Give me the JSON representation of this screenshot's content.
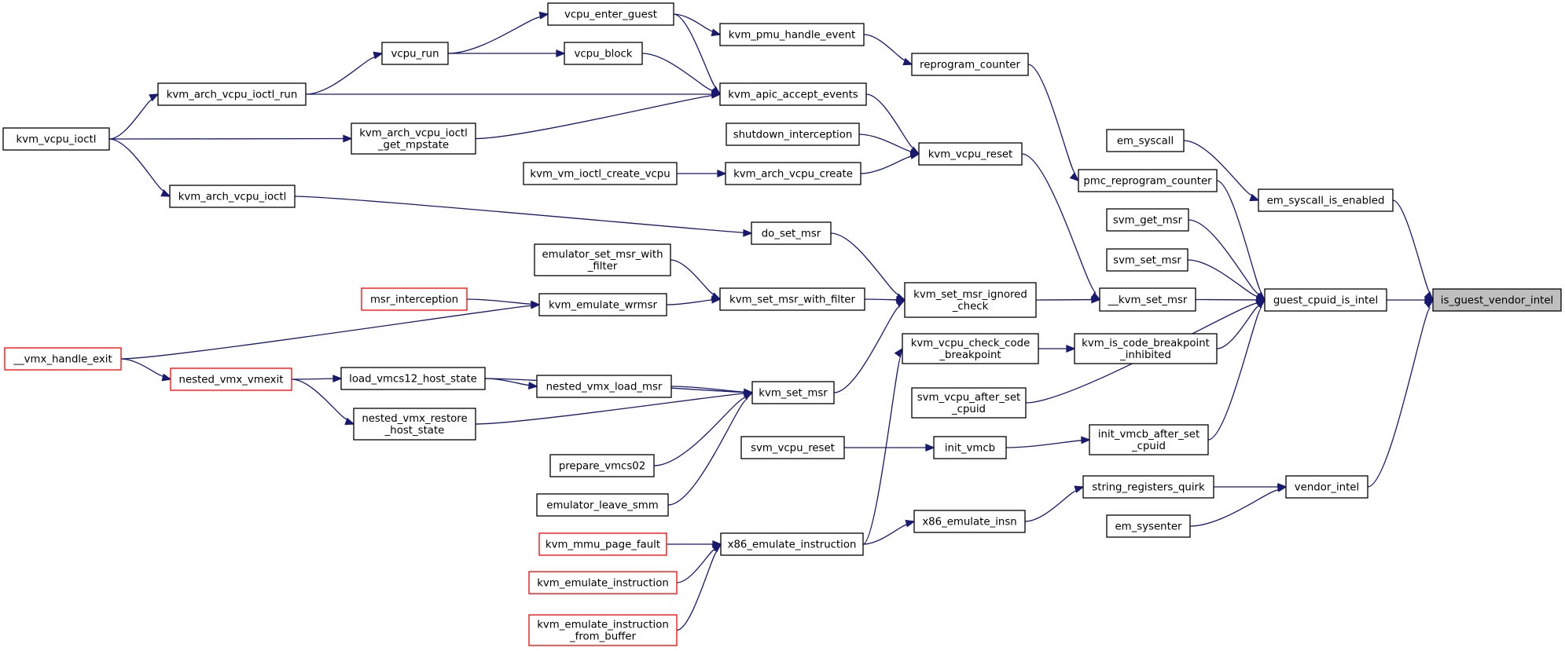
{
  "graph": {
    "nodes": [
      {
        "id": "is_guest_vendor_intel",
        "lines": [
          "is_guest_vendor_intel"
        ],
        "root": true
      },
      {
        "id": "guest_cpuid_is_intel",
        "lines": [
          "guest_cpuid_is_intel"
        ]
      },
      {
        "id": "vendor_intel",
        "lines": [
          "vendor_intel"
        ]
      },
      {
        "id": "em_syscall_is_enabled",
        "lines": [
          "em_syscall_is_enabled"
        ]
      },
      {
        "id": "em_syscall",
        "lines": [
          "em_syscall"
        ]
      },
      {
        "id": "pmc_reprogram_counter",
        "lines": [
          "pmc_reprogram_counter"
        ]
      },
      {
        "id": "svm_get_msr",
        "lines": [
          "svm_get_msr"
        ]
      },
      {
        "id": "svm_set_msr",
        "lines": [
          "svm_set_msr"
        ]
      },
      {
        "id": "__kvm_set_msr",
        "lines": [
          "__kvm_set_msr"
        ]
      },
      {
        "id": "kvm_is_code_breakpoint_inhibited",
        "lines": [
          "kvm_is_code_breakpoint",
          "_inhibited"
        ]
      },
      {
        "id": "svm_vcpu_after_set_cpuid",
        "lines": [
          "svm_vcpu_after_set",
          "_cpuid"
        ]
      },
      {
        "id": "init_vmcb_after_set_cpuid",
        "lines": [
          "init_vmcb_after_set",
          "_cpuid"
        ]
      },
      {
        "id": "string_registers_quirk",
        "lines": [
          "string_registers_quirk"
        ]
      },
      {
        "id": "em_sysenter",
        "lines": [
          "em_sysenter"
        ]
      },
      {
        "id": "reprogram_counter",
        "lines": [
          "reprogram_counter"
        ]
      },
      {
        "id": "kvm_pmu_handle_event",
        "lines": [
          "kvm_pmu_handle_event"
        ]
      },
      {
        "id": "vcpu_enter_guest",
        "lines": [
          "vcpu_enter_guest"
        ]
      },
      {
        "id": "vcpu_run",
        "lines": [
          "vcpu_run"
        ]
      },
      {
        "id": "kvm_arch_vcpu_ioctl_run",
        "lines": [
          "kvm_arch_vcpu_ioctl_run"
        ]
      },
      {
        "id": "kvm_vcpu_ioctl",
        "lines": [
          "kvm_vcpu_ioctl"
        ]
      },
      {
        "id": "kvm_set_msr_ignored_check",
        "lines": [
          "kvm_set_msr_ignored",
          "_check"
        ]
      },
      {
        "id": "kvm_vcpu_reset",
        "lines": [
          "kvm_vcpu_reset"
        ]
      },
      {
        "id": "kvm_apic_accept_events",
        "lines": [
          "kvm_apic_accept_events"
        ]
      },
      {
        "id": "vcpu_block",
        "lines": [
          "vcpu_block"
        ]
      },
      {
        "id": "kvm_arch_vcpu_ioctl_get_mpstate",
        "lines": [
          "kvm_arch_vcpu_ioctl",
          "_get_mpstate"
        ]
      },
      {
        "id": "shutdown_interception",
        "lines": [
          "shutdown_interception"
        ]
      },
      {
        "id": "kvm_arch_vcpu_create",
        "lines": [
          "kvm_arch_vcpu_create"
        ]
      },
      {
        "id": "kvm_vm_ioctl_create_vcpu",
        "lines": [
          "kvm_vm_ioctl_create_vcpu"
        ]
      },
      {
        "id": "do_set_msr",
        "lines": [
          "do_set_msr"
        ]
      },
      {
        "id": "kvm_arch_vcpu_ioctl",
        "lines": [
          "kvm_arch_vcpu_ioctl"
        ]
      },
      {
        "id": "kvm_set_msr_with_filter",
        "lines": [
          "kvm_set_msr_with_filter"
        ]
      },
      {
        "id": "emulator_set_msr_with_filter",
        "lines": [
          "emulator_set_msr_with",
          "_filter"
        ]
      },
      {
        "id": "kvm_emulate_wrmsr",
        "lines": [
          "kvm_emulate_wrmsr"
        ]
      },
      {
        "id": "msr_interception",
        "lines": [
          "msr_interception"
        ],
        "red": true
      },
      {
        "id": "__vmx_handle_exit",
        "lines": [
          "__vmx_handle_exit"
        ],
        "red": true
      },
      {
        "id": "kvm_set_msr",
        "lines": [
          "kvm_set_msr"
        ]
      },
      {
        "id": "load_vmcs12_host_state",
        "lines": [
          "load_vmcs12_host_state"
        ]
      },
      {
        "id": "nested_vmx_vmexit",
        "lines": [
          "nested_vmx_vmexit"
        ],
        "red": true
      },
      {
        "id": "nested_vmx_load_msr",
        "lines": [
          "nested_vmx_load_msr"
        ]
      },
      {
        "id": "nested_vmx_restore_host_state",
        "lines": [
          "nested_vmx_restore",
          "_host_state"
        ]
      },
      {
        "id": "prepare_vmcs02",
        "lines": [
          "prepare_vmcs02"
        ]
      },
      {
        "id": "emulator_leave_smm",
        "lines": [
          "emulator_leave_smm"
        ]
      },
      {
        "id": "kvm_vcpu_check_code_breakpoint",
        "lines": [
          "kvm_vcpu_check_code",
          "_breakpoint"
        ]
      },
      {
        "id": "x86_emulate_instruction",
        "lines": [
          "x86_emulate_instruction"
        ]
      },
      {
        "id": "kvm_mmu_page_fault",
        "lines": [
          "kvm_mmu_page_fault"
        ],
        "red": true
      },
      {
        "id": "kvm_emulate_instruction",
        "lines": [
          "kvm_emulate_instruction"
        ],
        "red": true
      },
      {
        "id": "kvm_emulate_instruction_from_buffer",
        "lines": [
          "kvm_emulate_instruction",
          "_from_buffer"
        ],
        "red": true
      },
      {
        "id": "x86_emulate_insn",
        "lines": [
          "x86_emulate_insn"
        ]
      },
      {
        "id": "init_vmcb",
        "lines": [
          "init_vmcb"
        ]
      },
      {
        "id": "svm_vcpu_reset",
        "lines": [
          "svm_vcpu_reset"
        ]
      }
    ],
    "edges": [
      {
        "from": "guest_cpuid_is_intel",
        "to": "is_guest_vendor_intel"
      },
      {
        "from": "vendor_intel",
        "to": "is_guest_vendor_intel"
      },
      {
        "from": "em_syscall_is_enabled",
        "to": "is_guest_vendor_intel"
      },
      {
        "from": "em_syscall",
        "to": "em_syscall_is_enabled"
      },
      {
        "from": "pmc_reprogram_counter",
        "to": "guest_cpuid_is_intel"
      },
      {
        "from": "svm_get_msr",
        "to": "guest_cpuid_is_intel"
      },
      {
        "from": "svm_set_msr",
        "to": "guest_cpuid_is_intel"
      },
      {
        "from": "__kvm_set_msr",
        "to": "guest_cpuid_is_intel"
      },
      {
        "from": "kvm_is_code_breakpoint_inhibited",
        "to": "guest_cpuid_is_intel"
      },
      {
        "from": "svm_vcpu_after_set_cpuid",
        "to": "guest_cpuid_is_intel"
      },
      {
        "from": "init_vmcb_after_set_cpuid",
        "to": "guest_cpuid_is_intel"
      },
      {
        "from": "string_registers_quirk",
        "to": "vendor_intel"
      },
      {
        "from": "em_sysenter",
        "to": "vendor_intel"
      },
      {
        "from": "reprogram_counter",
        "to": "pmc_reprogram_counter"
      },
      {
        "from": "kvm_pmu_handle_event",
        "to": "reprogram_counter"
      },
      {
        "from": "vcpu_enter_guest",
        "to": "kvm_pmu_handle_event"
      },
      {
        "from": "vcpu_run",
        "to": "vcpu_enter_guest"
      },
      {
        "from": "kvm_arch_vcpu_ioctl_run",
        "to": "vcpu_run"
      },
      {
        "from": "kvm_vcpu_ioctl",
        "to": "kvm_arch_vcpu_ioctl_run"
      },
      {
        "from": "kvm_set_msr_ignored_check",
        "to": "__kvm_set_msr"
      },
      {
        "from": "kvm_vcpu_reset",
        "to": "__kvm_set_msr"
      },
      {
        "from": "kvm_apic_accept_events",
        "to": "kvm_vcpu_reset"
      },
      {
        "from": "vcpu_enter_guest",
        "to": "kvm_apic_accept_events"
      },
      {
        "from": "vcpu_block",
        "to": "kvm_apic_accept_events"
      },
      {
        "from": "kvm_arch_vcpu_ioctl_run",
        "to": "kvm_apic_accept_events"
      },
      {
        "from": "kvm_arch_vcpu_ioctl_get_mpstate",
        "to": "kvm_apic_accept_events"
      },
      {
        "from": "vcpu_run",
        "to": "vcpu_block"
      },
      {
        "from": "kvm_vcpu_ioctl",
        "to": "kvm_arch_vcpu_ioctl_get_mpstate"
      },
      {
        "from": "shutdown_interception",
        "to": "kvm_vcpu_reset"
      },
      {
        "from": "kvm_arch_vcpu_create",
        "to": "kvm_vcpu_reset"
      },
      {
        "from": "kvm_vm_ioctl_create_vcpu",
        "to": "kvm_arch_vcpu_create"
      },
      {
        "from": "do_set_msr",
        "to": "kvm_set_msr_ignored_check"
      },
      {
        "from": "kvm_arch_vcpu_ioctl",
        "to": "do_set_msr"
      },
      {
        "from": "kvm_vcpu_ioctl",
        "to": "kvm_arch_vcpu_ioctl"
      },
      {
        "from": "kvm_set_msr_with_filter",
        "to": "kvm_set_msr_ignored_check"
      },
      {
        "from": "emulator_set_msr_with_filter",
        "to": "kvm_set_msr_with_filter"
      },
      {
        "from": "kvm_emulate_wrmsr",
        "to": "kvm_set_msr_with_filter"
      },
      {
        "from": "msr_interception",
        "to": "kvm_emulate_wrmsr"
      },
      {
        "from": "__vmx_handle_exit",
        "to": "kvm_emulate_wrmsr"
      },
      {
        "from": "kvm_set_msr",
        "to": "kvm_set_msr_ignored_check"
      },
      {
        "from": "load_vmcs12_host_state",
        "to": "kvm_set_msr"
      },
      {
        "from": "nested_vmx_vmexit",
        "to": "load_vmcs12_host_state"
      },
      {
        "from": "__vmx_handle_exit",
        "to": "nested_vmx_vmexit"
      },
      {
        "from": "nested_vmx_load_msr",
        "to": "kvm_set_msr"
      },
      {
        "from": "load_vmcs12_host_state",
        "to": "nested_vmx_load_msr"
      },
      {
        "from": "nested_vmx_restore_host_state",
        "to": "kvm_set_msr"
      },
      {
        "from": "nested_vmx_vmexit",
        "to": "nested_vmx_restore_host_state"
      },
      {
        "from": "prepare_vmcs02",
        "to": "kvm_set_msr"
      },
      {
        "from": "emulator_leave_smm",
        "to": "kvm_set_msr"
      },
      {
        "from": "kvm_vcpu_check_code_breakpoint",
        "to": "kvm_is_code_breakpoint_inhibited"
      },
      {
        "from": "x86_emulate_instruction",
        "to": "kvm_vcpu_check_code_breakpoint"
      },
      {
        "from": "kvm_mmu_page_fault",
        "to": "x86_emulate_instruction"
      },
      {
        "from": "kvm_emulate_instruction",
        "to": "x86_emulate_instruction"
      },
      {
        "from": "kvm_emulate_instruction_from_buffer",
        "to": "x86_emulate_instruction"
      },
      {
        "from": "init_vmcb",
        "to": "init_vmcb_after_set_cpuid"
      },
      {
        "from": "svm_vcpu_reset",
        "to": "init_vmcb"
      },
      {
        "from": "x86_emulate_insn",
        "to": "string_registers_quirk"
      },
      {
        "from": "x86_emulate_instruction",
        "to": "x86_emulate_insn"
      }
    ]
  }
}
